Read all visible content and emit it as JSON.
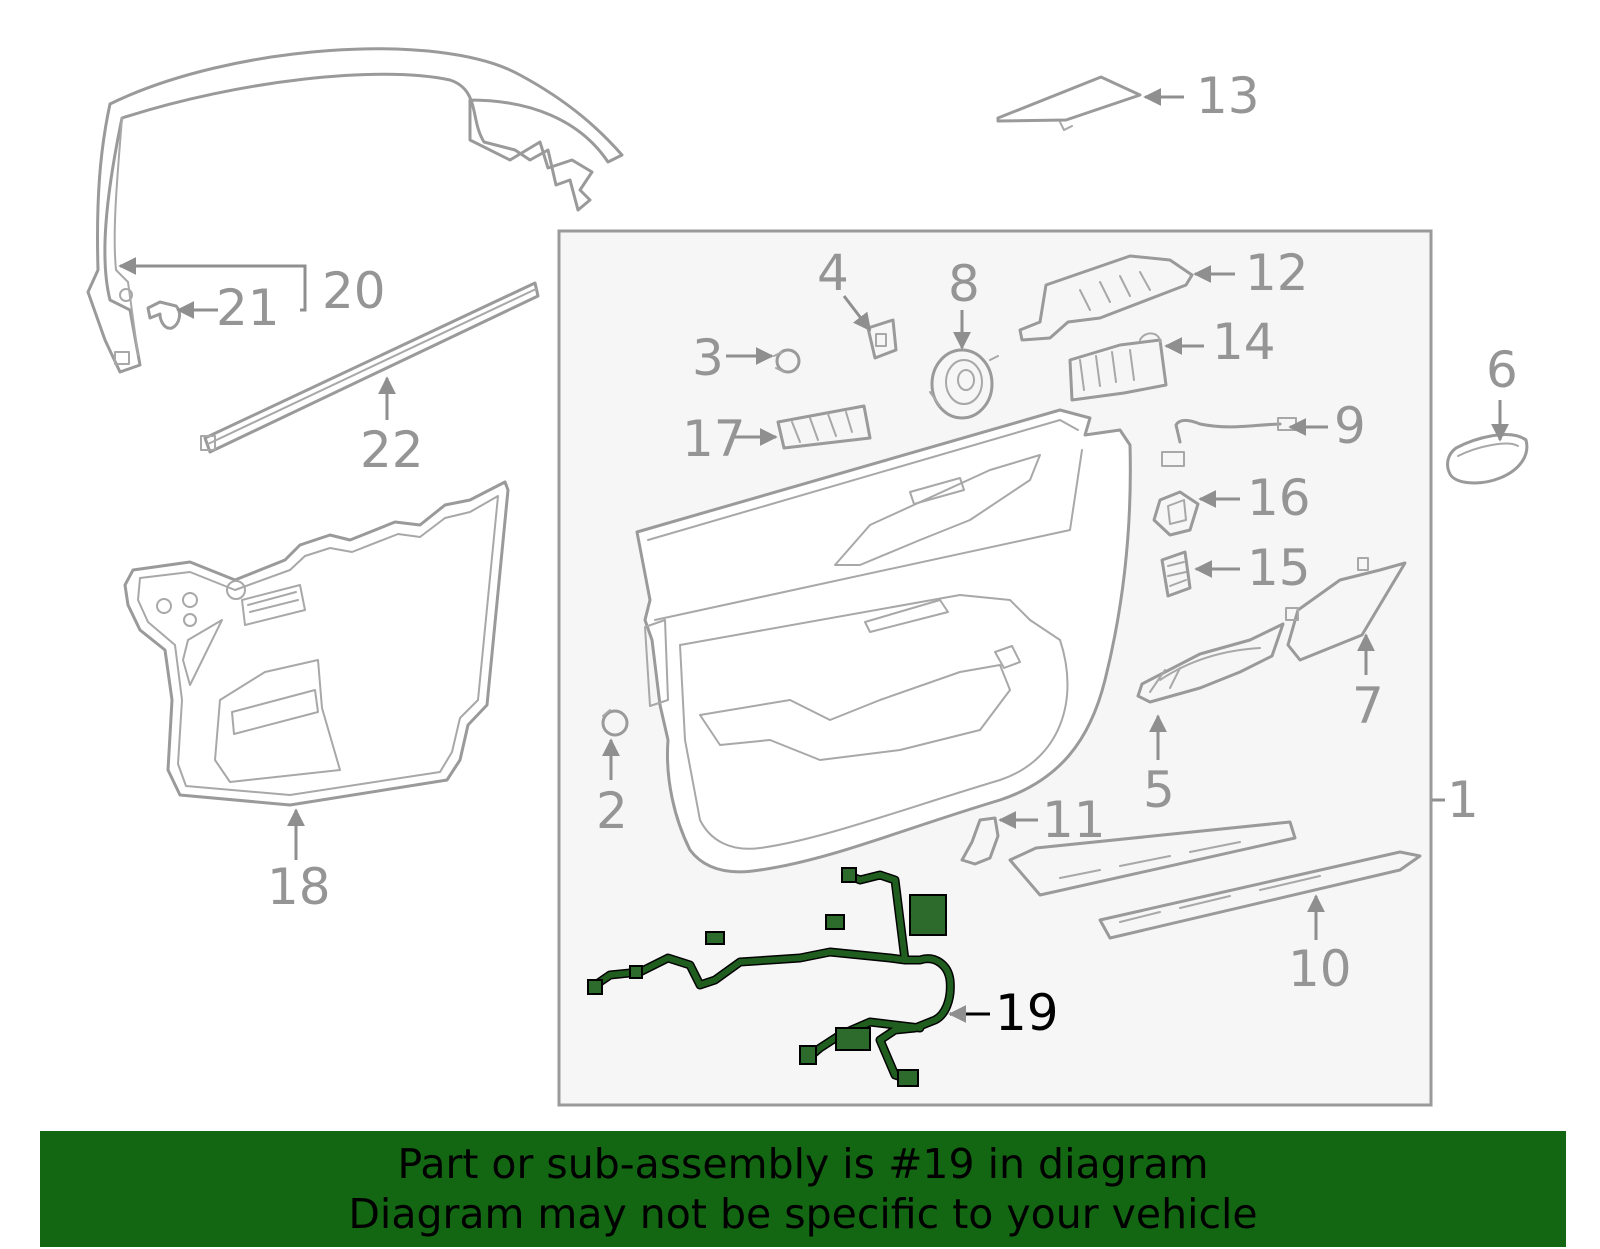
{
  "diagram": {
    "highlight_color": "#136612",
    "part_color": "#9a9a9a",
    "labels": [
      "1",
      "2",
      "3",
      "4",
      "5",
      "6",
      "7",
      "8",
      "9",
      "10",
      "11",
      "12",
      "13",
      "14",
      "15",
      "16",
      "17",
      "18",
      "19",
      "20",
      "21",
      "22"
    ],
    "highlighted_part": "19"
  },
  "banner": {
    "line1": "Part or sub-assembly is #19 in diagram",
    "line2": "Diagram may not be specific to your vehicle",
    "background": "#136612"
  }
}
